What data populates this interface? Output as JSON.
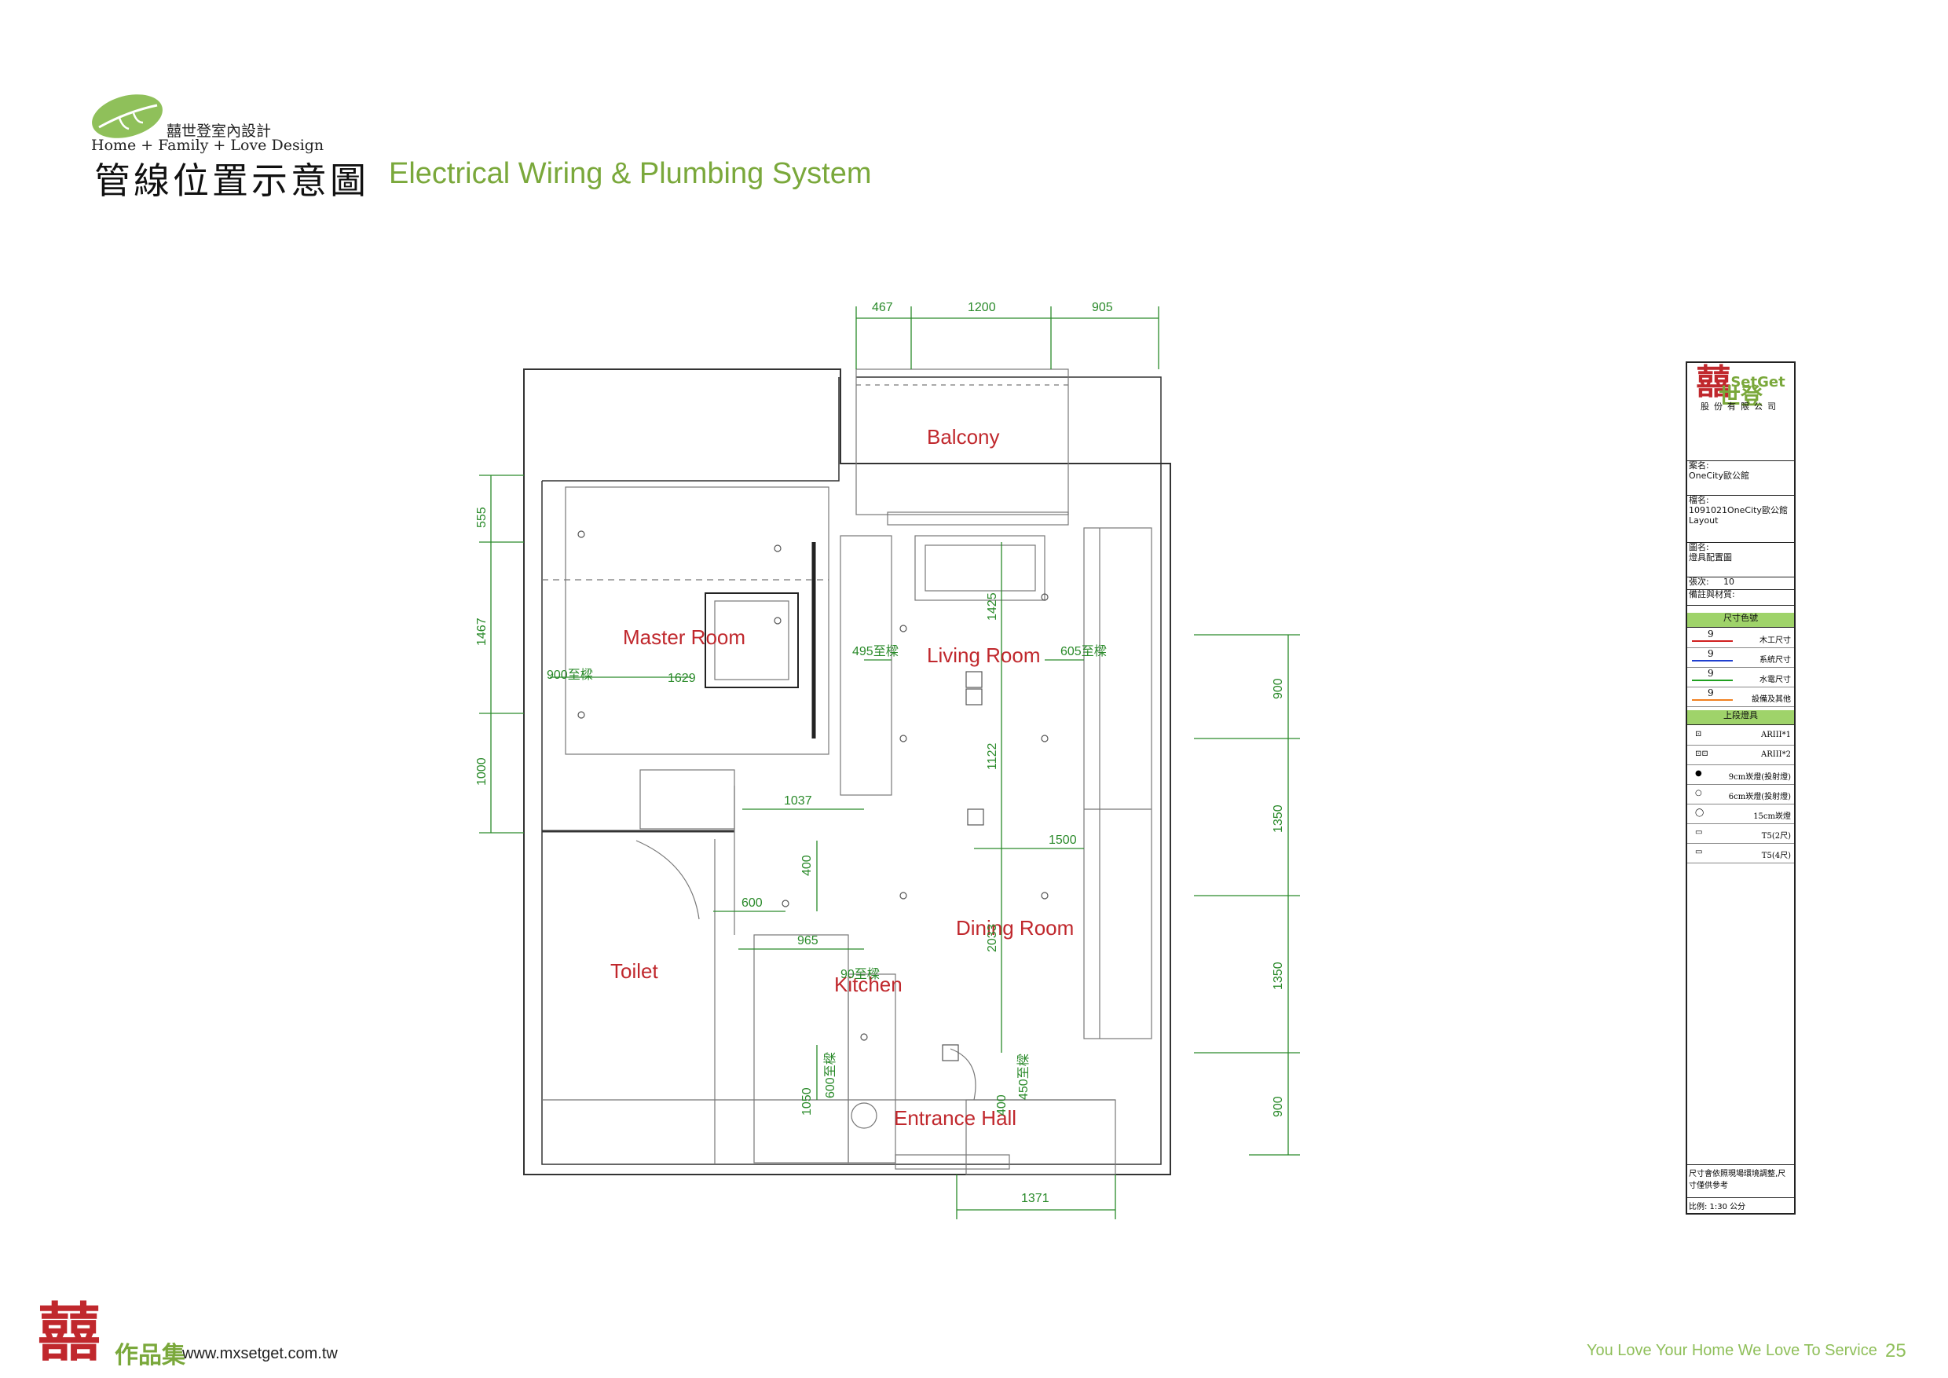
{
  "header": {
    "brand_cn": "囍世登室內設計",
    "brand_en": "Home + Family + Love Design",
    "title_cn": "管線位置示意圖",
    "title_en": "Electrical Wiring & Plumbing System"
  },
  "rooms": {
    "balcony": "Balcony",
    "master_room": "Master Room",
    "living_room": "Living Room",
    "dining_room": "Dining Room",
    "toilet": "Toilet",
    "kitchen": "Kitchen",
    "entrance_hall": "Entrance Hall"
  },
  "dimensions": {
    "top_1": "467",
    "top_2": "1200",
    "top_3": "905",
    "left_1": "555",
    "left_2": "1467",
    "left_3": "1000",
    "right_1": "900",
    "right_2": "1350",
    "right_3": "1350",
    "right_4": "900",
    "bottom_1": "1371",
    "d_1425": "1425",
    "d_495": "495至樑",
    "d_605": "605至樑",
    "d_900": "900至樑",
    "d_1629": "1629",
    "d_1122": "1122",
    "d_1037": "1037",
    "d_1500": "1500",
    "d_400": "400",
    "d_600": "600",
    "d_965": "965",
    "d_2033": "2033",
    "d_90": "90至樑",
    "d_600v": "600至樑",
    "d_1050": "1050",
    "d_450": "450至樑",
    "d_400b": "400"
  },
  "title_block": {
    "company_brand": "SetGet",
    "company_cn": "世登",
    "company_sub": "股份有限公司",
    "case_label": "案名:",
    "case_value": "OneCity歐公館",
    "file_label": "檔名:",
    "file_value": "1091021OneCity歐公館",
    "file_value2": "Layout",
    "drawing_label": "圖名:",
    "drawing_value": "燈具配置圖",
    "sheet_label": "張次:",
    "sheet_value": "10",
    "notes_label": "備註與材質:",
    "legend_title": "尺寸色號",
    "legend_items": [
      {
        "num": "9",
        "text": "木工尺寸",
        "color": "#d02020"
      },
      {
        "num": "9",
        "text": "系統尺寸",
        "color": "#2040d0"
      },
      {
        "num": "9",
        "text": "水電尺寸",
        "color": "#20a020"
      },
      {
        "num": "9",
        "text": "設備及其他",
        "color": "#f08020"
      }
    ],
    "fixtures_title": "上段燈具",
    "fixtures": [
      {
        "icon": "⊡",
        "text": "ARIII*1"
      },
      {
        "icon": "⊡⊡",
        "text": "ARIII*2"
      },
      {
        "icon": "●",
        "text": "9cm崁燈(投射燈)"
      },
      {
        "icon": "○",
        "text": "6cm崁燈(投射燈)"
      },
      {
        "icon": "◯",
        "text": "15cm崁燈"
      },
      {
        "icon": "▭",
        "text": "T5(2尺)"
      },
      {
        "icon": "▭",
        "text": "T5(4尺)"
      }
    ],
    "footer_note": "尺寸會依照現場環境調整,尺寸僅供參考",
    "scale": "比例: 1:30 公分"
  },
  "footer": {
    "works": "作品集",
    "url": "www.mxsetget.com.tw",
    "slogan": "You Love Your Home We Love To Service",
    "page": "25"
  },
  "colors": {
    "brand_green": "#7aa83b",
    "room_label": "#c0282d",
    "dimension": "#2a8a2a",
    "brand_red": "#c0282d"
  }
}
